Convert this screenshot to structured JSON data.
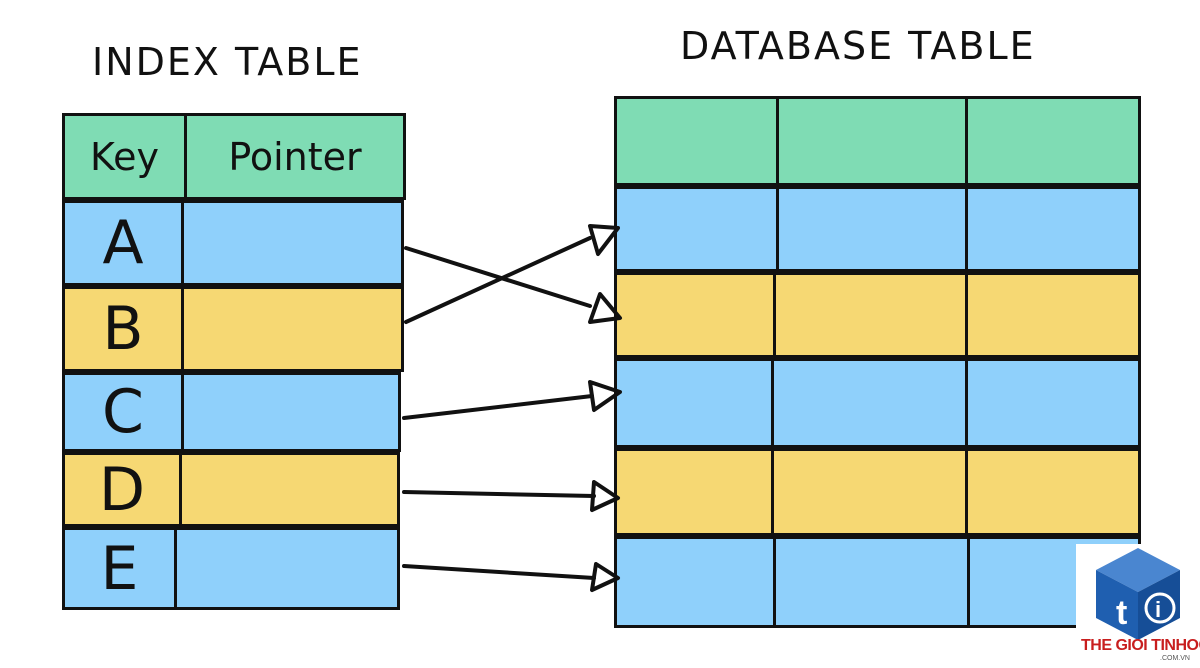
{
  "index_table": {
    "title": "INDEX TABLE",
    "headers": {
      "key": "Key",
      "pointer": "Pointer"
    },
    "rows": [
      {
        "key": "A",
        "color": "blue"
      },
      {
        "key": "B",
        "color": "yellow"
      },
      {
        "key": "C",
        "color": "blue"
      },
      {
        "key": "D",
        "color": "yellow"
      },
      {
        "key": "E",
        "color": "blue"
      }
    ]
  },
  "database_table": {
    "title": "DATABASE TABLE",
    "columns": 3,
    "header_color": "green",
    "rows": [
      "blue",
      "yellow",
      "blue",
      "yellow",
      "blue"
    ]
  },
  "pointers": [
    {
      "key": "A",
      "target_row": 2
    },
    {
      "key": "B",
      "target_row": 1
    },
    {
      "key": "C",
      "target_row": 3
    },
    {
      "key": "D",
      "target_row": 4
    },
    {
      "key": "E",
      "target_row": 5
    }
  ],
  "colors": {
    "green": "#7fdcb4",
    "blue": "#8fd0fb",
    "yellow": "#f6d873",
    "stroke": "#111111"
  },
  "watermark": {
    "brand": "THE GIOI TINHOC",
    "domain": ".COM.VN",
    "icon": "cube-logo-icon"
  }
}
